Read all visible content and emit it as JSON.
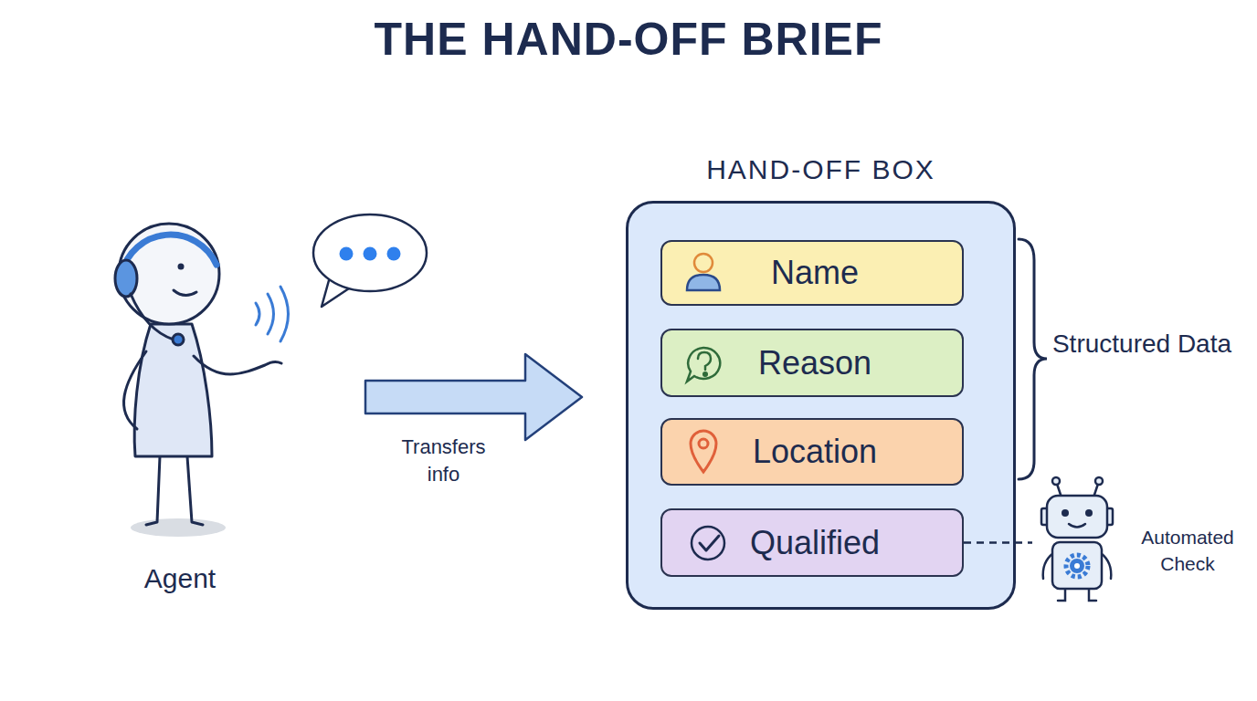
{
  "diagram": {
    "title": "THE HAND-OFF BRIEF",
    "nodes": [
      {
        "text": [
          "Agent"
        ]
      },
      {
        "text": [
          "HAND-OFF BOX"
        ]
      },
      {
        "text": [
          "Name"
        ],
        "in": 1
      },
      {
        "text": [
          "Reason"
        ],
        "in": 1
      },
      {
        "text": [
          "Location"
        ],
        "in": 1
      },
      {
        "text": [
          "Qualified"
        ],
        "in": 1
      },
      {
        "text": [
          "Automated Check"
        ]
      }
    ],
    "edges": [
      {
        "from": 0,
        "to": 1,
        "label": "Transfers info",
        "arrow": "to"
      },
      {
        "from": 5,
        "to": 6,
        "arrow": "none"
      }
    ],
    "labels": [
      "Structured Data"
    ]
  }
}
